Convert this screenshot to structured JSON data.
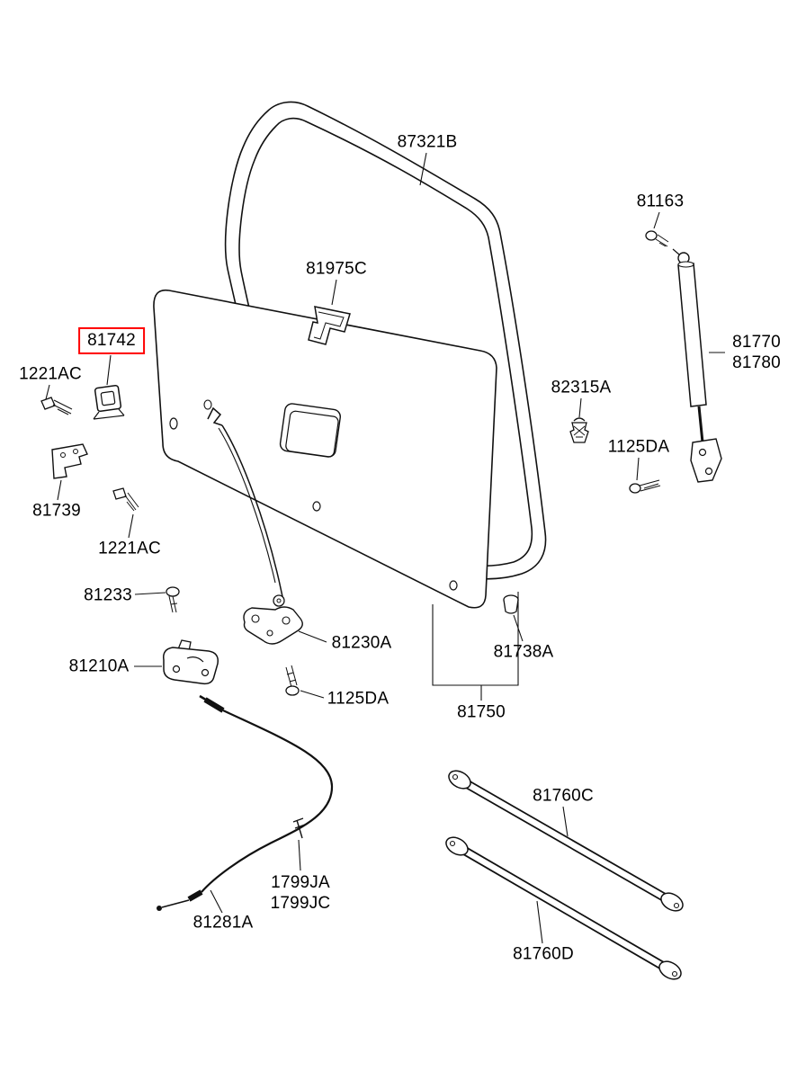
{
  "diagram": {
    "highlighted_part": "81742",
    "colors": {
      "background": "#ffffff",
      "line": "#111111",
      "label_text": "#000000",
      "highlight_box": "#ff0000"
    }
  },
  "labels": {
    "weatherstrip": "87321B",
    "holder_clip": "81975C",
    "lifter_screw": "81163",
    "lifter_upper": "81770",
    "lifter_lower": "81780",
    "grommet": "82315A",
    "lifter_bolt": "1125DA",
    "striker": "81742",
    "striker_bolt": "1221AC",
    "guide_bracket": "81739",
    "bracket_bolt": "1221AC",
    "latch_screw": "81233",
    "latch": "81210A",
    "bellcrank": "81230A",
    "bellcrank_bolt": "1125DA",
    "bumper": "81738A",
    "trim_panel": "81750",
    "cable_clip_a": "1799JA",
    "cable_clip_b": "1799JC",
    "release_cable": "81281A",
    "support_rod_upper": "81760C",
    "support_rod_lower": "81760D"
  }
}
